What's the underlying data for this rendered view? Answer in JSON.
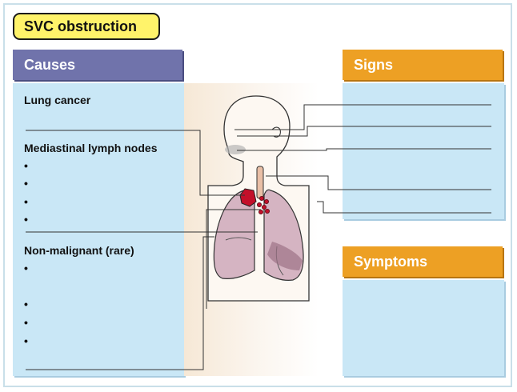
{
  "title": "SVC obstruction",
  "causes": {
    "header": "Causes",
    "lung_cancer": "Lung cancer",
    "mediastinal": "Mediastinal lymph nodes",
    "non_malignant": "Non-malignant (rare)",
    "bullet": "•"
  },
  "signs": {
    "header": "Signs"
  },
  "symptoms": {
    "header": "Symptoms"
  },
  "colors": {
    "causes_header": "#7073ab",
    "accent_orange": "#eda024",
    "panel_blue": "#c9e7f6",
    "title_yellow": "#fff36a",
    "tumor_red": "#c3102a"
  }
}
